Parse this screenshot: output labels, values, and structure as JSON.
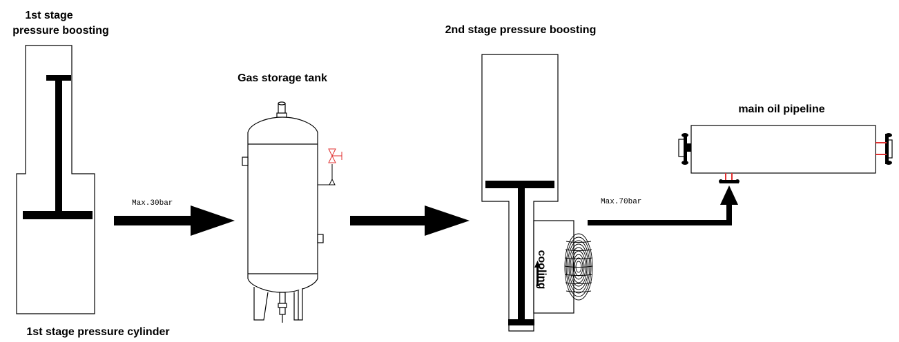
{
  "labels": {
    "stage1_title_line1": "1st stage",
    "stage1_title_line2": "pressure boosting",
    "stage1_cylinder": "1st stage pressure cylinder",
    "gas_tank": "Gas storage tank",
    "stage2_title": "2nd stage pressure boosting",
    "pipeline": "main oil pipeline",
    "cooling": "cooling"
  },
  "pressures": {
    "max_stage1": "Max.30bar",
    "max_stage2": "Max.70bar"
  },
  "colors": {
    "stroke": "#000000",
    "valve": "#e03030"
  }
}
